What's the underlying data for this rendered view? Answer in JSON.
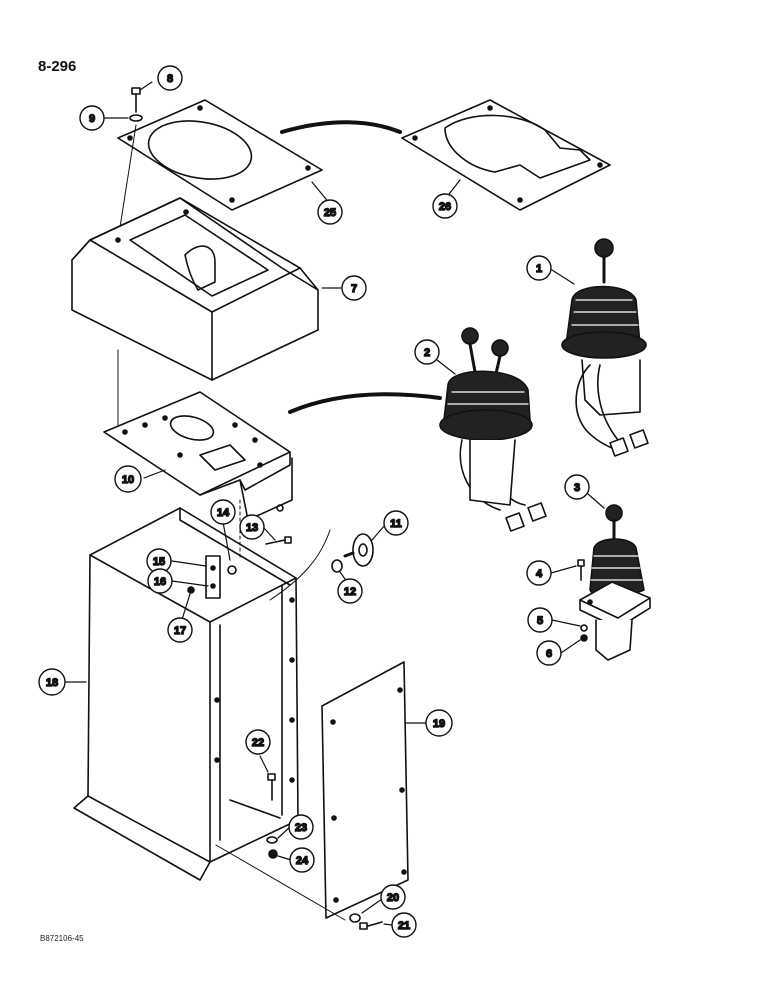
{
  "page": {
    "number": "8-296",
    "figure_code": "B872106-45"
  },
  "colors": {
    "ink": "#111111",
    "fill_dark": "#222222",
    "fill_light": "#ffffff"
  },
  "callouts": [
    {
      "id": "c8",
      "label": "8"
    },
    {
      "id": "c9",
      "label": "9"
    },
    {
      "id": "c25",
      "label": "25"
    },
    {
      "id": "c26",
      "label": "26"
    },
    {
      "id": "c7",
      "label": "7"
    },
    {
      "id": "c1",
      "label": "1"
    },
    {
      "id": "c2",
      "label": "2"
    },
    {
      "id": "c10",
      "label": "10"
    },
    {
      "id": "c3",
      "label": "3"
    },
    {
      "id": "c14",
      "label": "14"
    },
    {
      "id": "c13",
      "label": "13"
    },
    {
      "id": "c11",
      "label": "11"
    },
    {
      "id": "c15",
      "label": "15"
    },
    {
      "id": "c16",
      "label": "16"
    },
    {
      "id": "c17",
      "label": "17"
    },
    {
      "id": "c12",
      "label": "12"
    },
    {
      "id": "c4",
      "label": "4"
    },
    {
      "id": "c5",
      "label": "5"
    },
    {
      "id": "c6",
      "label": "6"
    },
    {
      "id": "c18",
      "label": "18"
    },
    {
      "id": "c19",
      "label": "19"
    },
    {
      "id": "c22",
      "label": "22"
    },
    {
      "id": "c23",
      "label": "23"
    },
    {
      "id": "c24",
      "label": "24"
    },
    {
      "id": "c20",
      "label": "20"
    },
    {
      "id": "c21",
      "label": "21"
    }
  ]
}
